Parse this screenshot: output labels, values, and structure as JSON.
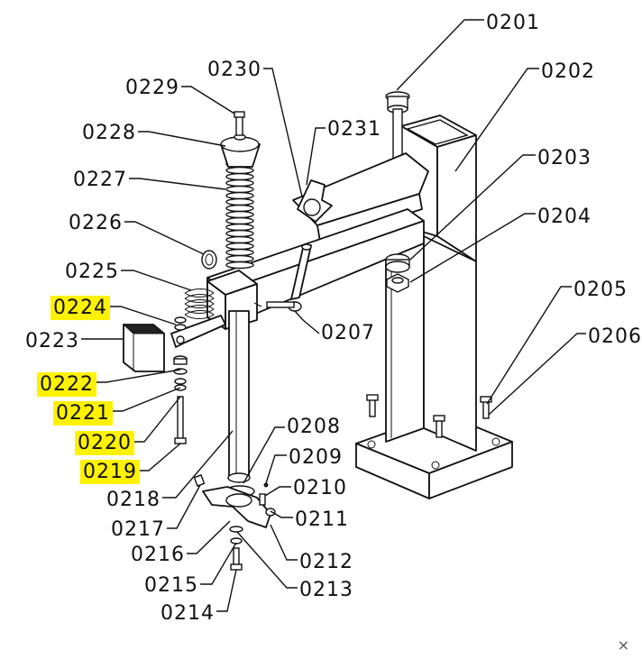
{
  "part_labels": [
    {
      "code": "0201",
      "highlighted": false
    },
    {
      "code": "0202",
      "highlighted": false
    },
    {
      "code": "0203",
      "highlighted": false
    },
    {
      "code": "0204",
      "highlighted": false
    },
    {
      "code": "0205",
      "highlighted": false
    },
    {
      "code": "0206",
      "highlighted": false
    },
    {
      "code": "0207",
      "highlighted": false
    },
    {
      "code": "0208",
      "highlighted": false
    },
    {
      "code": "0209",
      "highlighted": false
    },
    {
      "code": "0210",
      "highlighted": false
    },
    {
      "code": "0211",
      "highlighted": false
    },
    {
      "code": "0212",
      "highlighted": false
    },
    {
      "code": "0213",
      "highlighted": false
    },
    {
      "code": "0214",
      "highlighted": false
    },
    {
      "code": "0215",
      "highlighted": false
    },
    {
      "code": "0216",
      "highlighted": false
    },
    {
      "code": "0217",
      "highlighted": false
    },
    {
      "code": "0218",
      "highlighted": false
    },
    {
      "code": "0219",
      "highlighted": true
    },
    {
      "code": "0220",
      "highlighted": true
    },
    {
      "code": "0221",
      "highlighted": true
    },
    {
      "code": "0222",
      "highlighted": true
    },
    {
      "code": "0223",
      "highlighted": false
    },
    {
      "code": "0224",
      "highlighted": true
    },
    {
      "code": "0225",
      "highlighted": false
    },
    {
      "code": "0226",
      "highlighted": false
    },
    {
      "code": "0227",
      "highlighted": false
    },
    {
      "code": "0228",
      "highlighted": false
    },
    {
      "code": "0229",
      "highlighted": false
    },
    {
      "code": "0230",
      "highlighted": false
    },
    {
      "code": "0231",
      "highlighted": false
    }
  ],
  "close_glyph": "×",
  "highlight_color": "#fff200"
}
